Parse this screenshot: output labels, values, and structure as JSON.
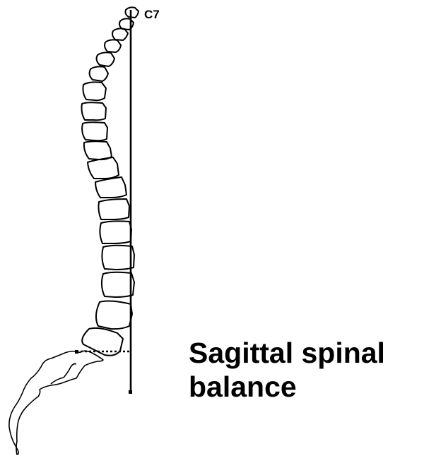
{
  "diagram": {
    "title_line1": "Sagittal spinal",
    "title_line2": "balance",
    "label_c7": "C7",
    "stroke_color": "#000000",
    "background_color": "#ffffff"
  }
}
